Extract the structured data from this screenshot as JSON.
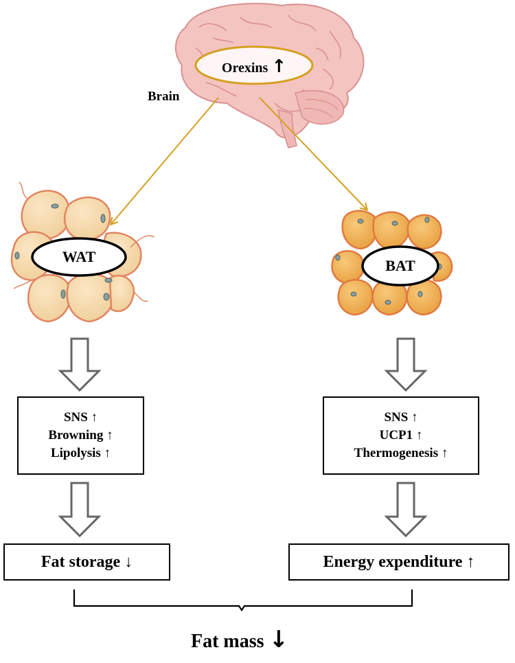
{
  "brain": {
    "label": "Brain",
    "orexins_label": "Orexins",
    "orexins_arrow": "↑"
  },
  "wat": {
    "label": "WAT",
    "effects": [
      "SNS ↑",
      "Browning ↑",
      "Lipolysis ↑"
    ],
    "outcome": "Fat storage ↓"
  },
  "bat": {
    "label": "BAT",
    "effects": [
      "SNS ↑",
      "UCP1 ↑",
      "Thermogenesis ↑"
    ],
    "outcome": "Energy expenditure ↑"
  },
  "result": {
    "label": "Fat mass",
    "arrow": "↓"
  },
  "colors": {
    "connector": "#d4a020",
    "wat_cell_fill": "#f5d8a8",
    "wat_cell_edge": "#e08560",
    "bat_cell_fill": "#f0b050",
    "bat_cell_edge": "#e07a40",
    "brain_fill": "#f3c4c0",
    "brain_edge": "#d89090",
    "hollow_arrow": "#666666"
  }
}
